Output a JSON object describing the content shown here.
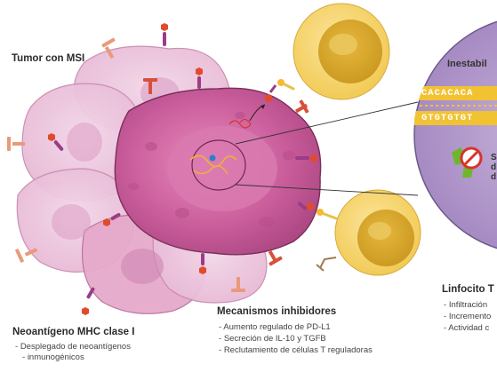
{
  "labels": {
    "tumor": "Tumor con MSI",
    "mhc_title": "Neoantígeno MHC clase I",
    "mhc_items": [
      "Desplegado de neoantígenos",
      "inmunogénicos"
    ],
    "inhib_title": "Mecanismos inhibidores",
    "inhib_items": [
      "Aumento regulado de PD-L1",
      "Secreción de IL-10 y TGFB",
      "Reclutamiento de células T reguladoras"
    ],
    "instab_title": "Inestabil",
    "dna_top": "CACACACA",
    "dna_bottom": "GTGTGTGT",
    "inset_letters": [
      "S",
      "d",
      "d"
    ],
    "lympho_title": "Linfocito T",
    "lympho_items": [
      "Infiltración",
      "Incremento",
      "Actividad c"
    ]
  },
  "colors": {
    "tumor_pink": "#e6a9cb",
    "tumor_dark": "#b64a8c",
    "lymphocyte": "#f3cf57",
    "inset_purple": "#9b7fb8",
    "dna_yellow": "#f1c232",
    "stop_red": "#d8342b",
    "receptor_green": "#6fb62e"
  },
  "icons": [
    "stop-icon",
    "mhc-receptor-icon",
    "pd-l1-icon",
    "dna-helix-icon"
  ]
}
